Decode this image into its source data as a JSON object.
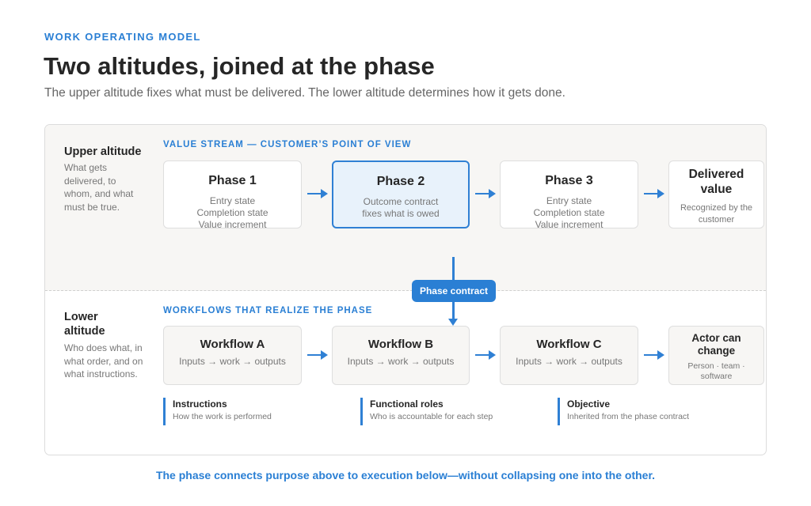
{
  "header": {
    "eyebrow": "WORK OPERATING MODEL",
    "title": "Two altitudes, joined at the phase",
    "subtitle": "The upper altitude fixes what must be delivered. The lower altitude determines how it gets done."
  },
  "upper": {
    "title": "Upper altitude",
    "description": [
      "What gets",
      "delivered, to",
      "whom, and what",
      "must be true."
    ],
    "section_label": "VALUE STREAM — CUSTOMER’S POINT OF VIEW",
    "boxes": [
      {
        "title": [
          "Phase 1"
        ],
        "lines": [
          "Entry state",
          "Completion state",
          "Value increment"
        ]
      },
      {
        "title": [
          "Phase 2"
        ],
        "lines": [
          "Outcome contract",
          "fixes what is owed"
        ],
        "highlighted": true
      },
      {
        "title": [
          "Phase 3"
        ],
        "lines": [
          "Entry state",
          "Completion state",
          "Value increment"
        ]
      },
      {
        "title": [
          "Delivered",
          "value"
        ],
        "lines": [
          "Recognized by the",
          "customer"
        ]
      }
    ]
  },
  "connector": {
    "label": "Phase contract"
  },
  "lower": {
    "title": [
      "Lower",
      "altitude"
    ],
    "description": [
      "Who does what, in",
      "what order, and on",
      "what instructions."
    ],
    "section_label": "WORKFLOWS THAT REALIZE THE PHASE",
    "boxes": [
      {
        "title": [
          "Workflow A"
        ],
        "lines": [
          "Inputs → work → outputs"
        ]
      },
      {
        "title": [
          "Workflow B"
        ],
        "lines": [
          "Inputs → work → outputs"
        ]
      },
      {
        "title": [
          "Workflow C"
        ],
        "lines": [
          "Inputs → work → outputs"
        ]
      },
      {
        "title": [
          "Actor can",
          "change"
        ],
        "lines": [
          "Person · team ·",
          "software"
        ]
      }
    ],
    "notes": [
      {
        "title": "Instructions",
        "description": "How the work is performed"
      },
      {
        "title": "Functional roles",
        "description": "Who is accountable for each step"
      },
      {
        "title": "Objective",
        "description": "Inherited from the phase contract"
      }
    ]
  },
  "footer": "The phase connects purpose above to execution below—without collapsing one into the other.",
  "colors": {
    "accent": "#2a7fd4",
    "highlight_fill": "#e8f2fb",
    "upper_band": "#f7f6f4"
  }
}
